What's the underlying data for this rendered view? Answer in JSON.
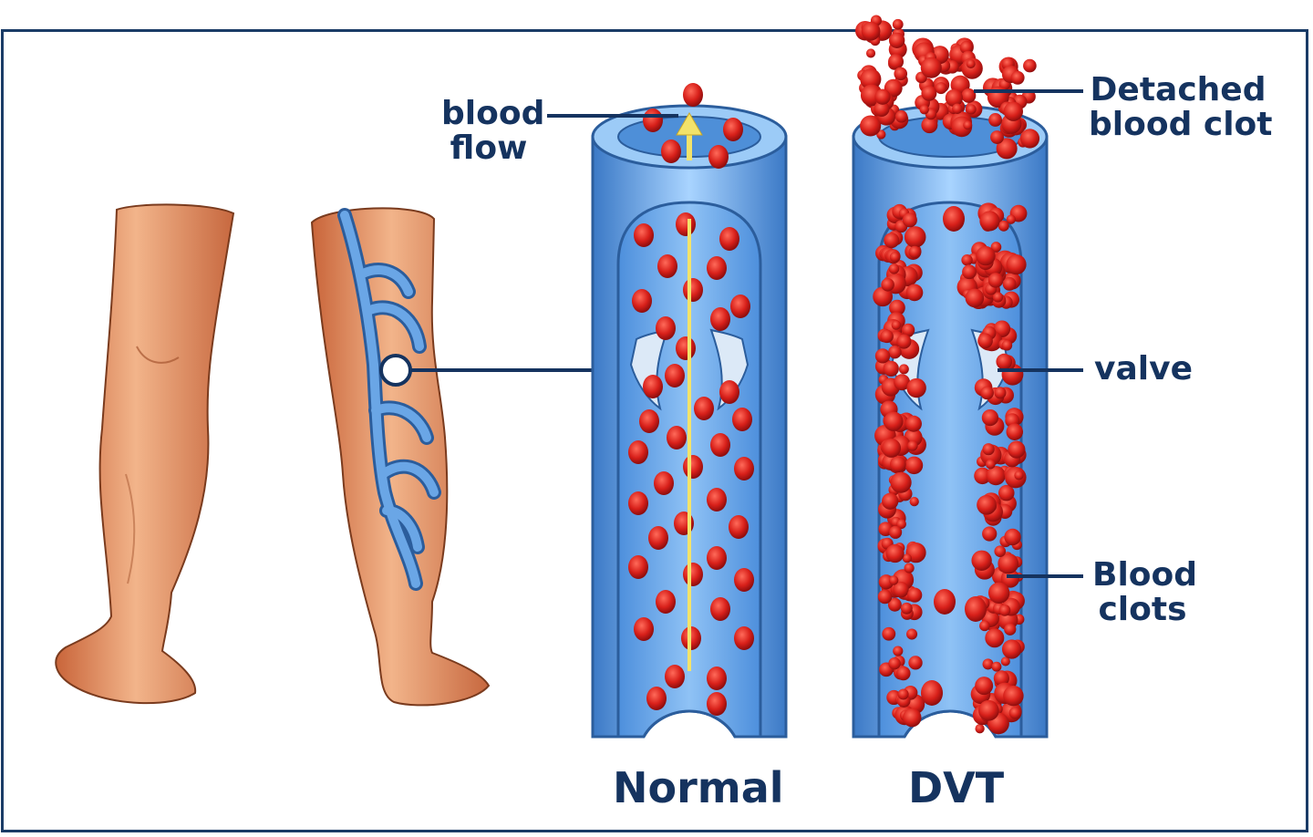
{
  "diagram": {
    "labels": {
      "blood_flow": [
        "blood",
        "flow"
      ],
      "detached_blood_clot": [
        "Detached",
        "blood clot"
      ],
      "valve": "valve",
      "blood_clots": [
        "Blood",
        "clots"
      ],
      "normal": "Normal",
      "dvt": "DVT"
    },
    "colors": {
      "label_navy": "#15335f",
      "vein_blue": "#6aa6e6",
      "vein_dark": "#2b5d9c",
      "blood_red": "#cc1a1a",
      "skin": "#e79a6b",
      "flow_arrow": "#f3e36a"
    }
  }
}
